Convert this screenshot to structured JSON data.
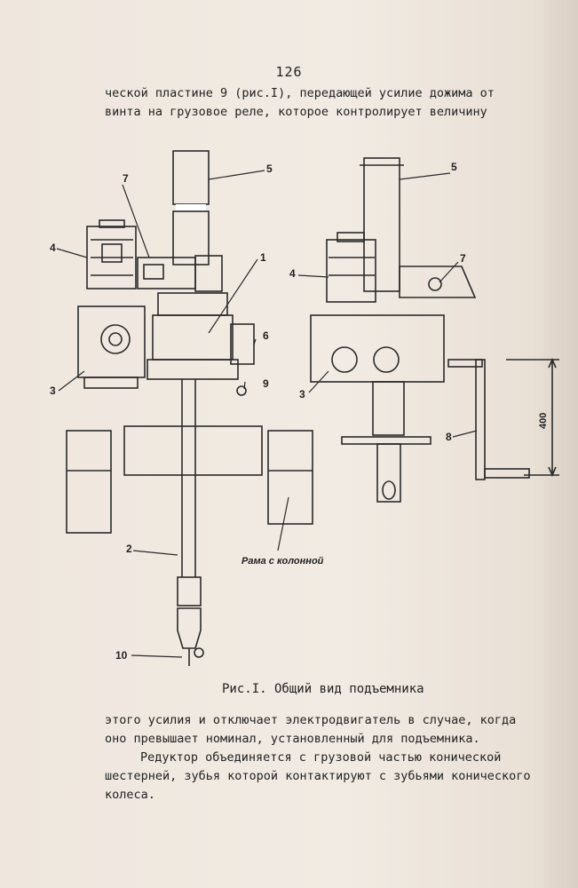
{
  "page_number": "126",
  "top_text": [
    "ческой пластине 9 (рис.I), передающей усилие дожима от",
    "винта на грузовое реле, которое контролирует величину"
  ],
  "figure": {
    "callouts_left": [
      "7",
      "5",
      "4",
      "1",
      "6",
      "3",
      "9",
      "2",
      "10"
    ],
    "callouts_right": [
      "5",
      "4",
      "7",
      "3",
      "8"
    ],
    "frame_label": "Рама с колонной",
    "dimension": "400"
  },
  "caption": "Рис.I. Общий вид подъемника",
  "bottom_text": [
    "этого усилия и отключает электродвигатель в случае, когда",
    "оно превышает номинал, установленный для подъемника.",
    "Редуктор объединяется с грузовой частью конической",
    "шестерней, зубья которой контактируют с зубьями конического",
    "колеса."
  ]
}
